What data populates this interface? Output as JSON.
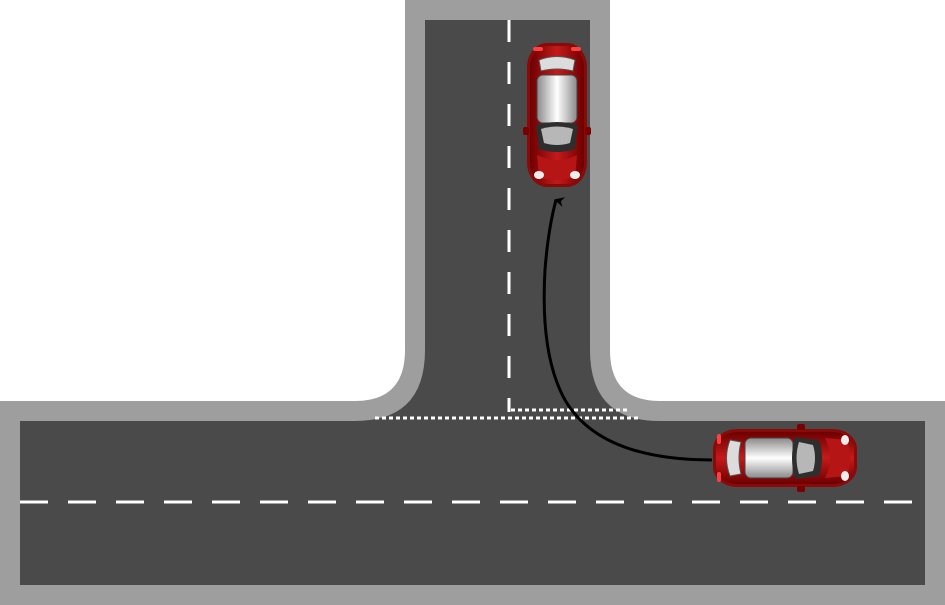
{
  "scene": {
    "description_type": "t-junction-right-turn-diagram",
    "colors": {
      "background": "#ffffff",
      "curb": "#9e9e9e",
      "asphalt": "#4a4a4a",
      "lane_marking": "#ffffff",
      "car_body": "#a01010",
      "car_body_dark": "#6e0000",
      "path_arrow": "#000000"
    },
    "elements": {
      "vehicles": [
        "car-start",
        "car-end"
      ],
      "markings": [
        "center-dashed-line-horizontal",
        "center-dashed-line-vertical",
        "stop-line-dotted"
      ],
      "path": "turn-path-arrow"
    }
  }
}
